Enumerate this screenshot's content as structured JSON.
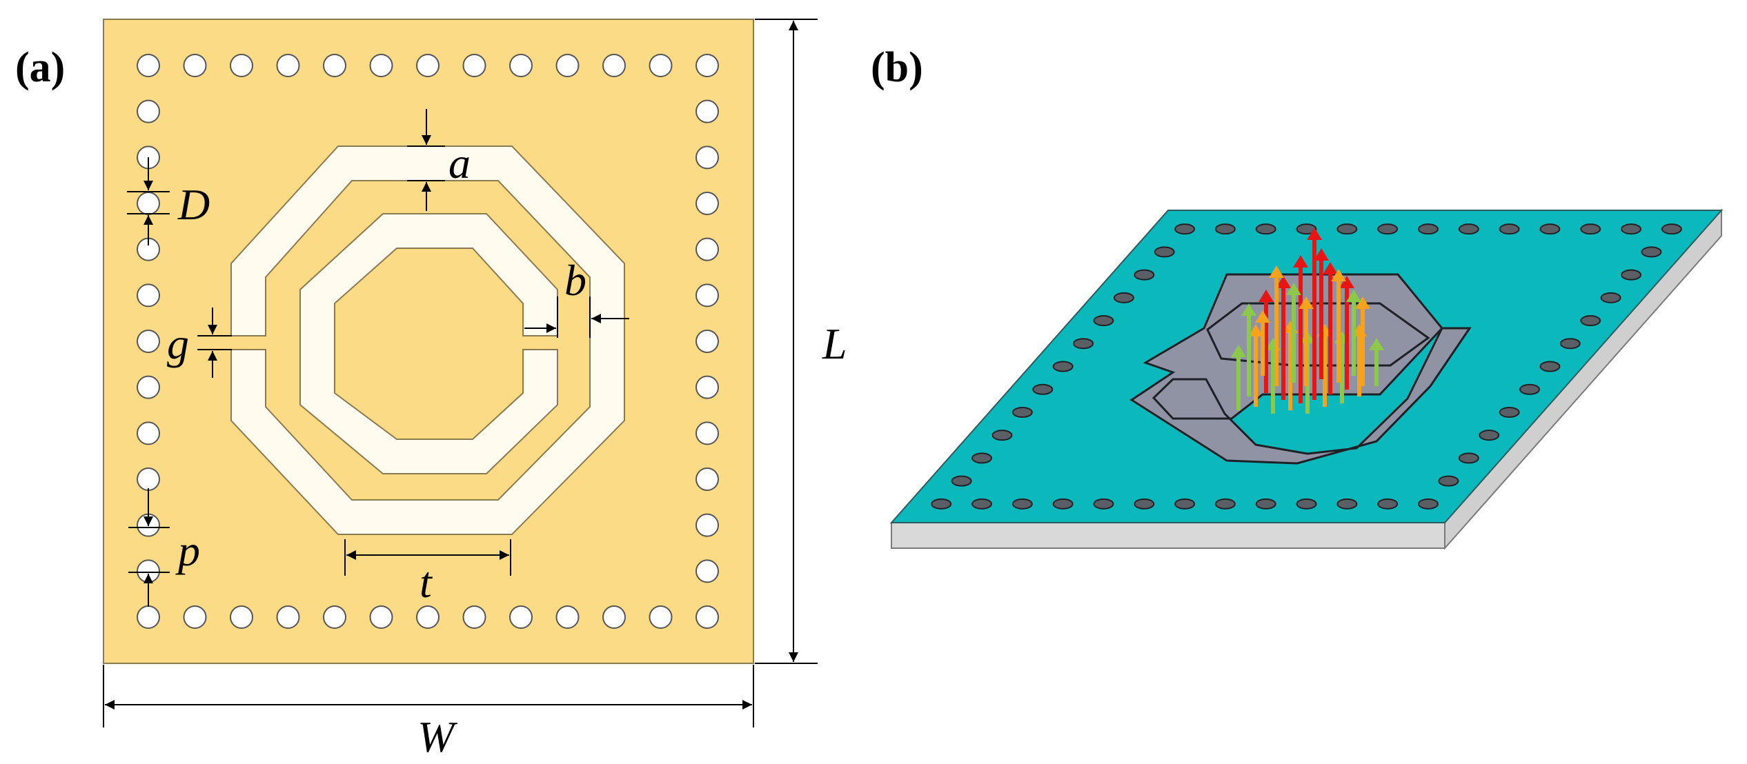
{
  "panels": {
    "a": {
      "label": "(a)"
    },
    "b": {
      "label": "(b)"
    }
  },
  "dimensions": {
    "a": "a",
    "b": "b",
    "D": "D",
    "g": "g",
    "p": "p",
    "t": "t",
    "L": "L",
    "W": "W"
  },
  "colors": {
    "substrate_a": "#FCDB87",
    "ring_metal": "#FFFBEF",
    "board_top": "#0BB8BC",
    "board_side": "#D9D9D9",
    "ring_3d": "#8F93A3",
    "arrow_red": "#E81515",
    "arrow_orange": "#F6A21C",
    "arrow_green": "#8CC84A"
  }
}
